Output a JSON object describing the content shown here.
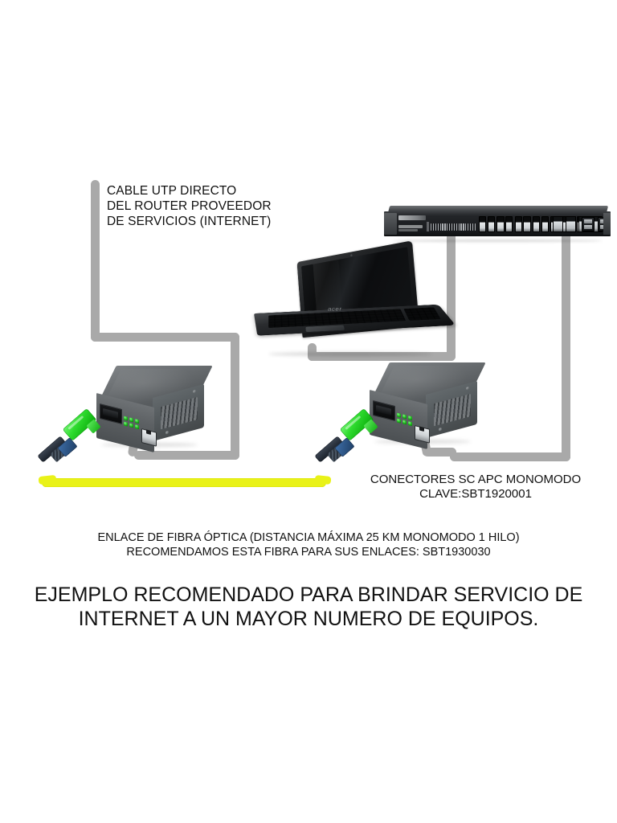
{
  "document": {
    "type": "network-topology-diagram",
    "language": "es",
    "background_color": "#ffffff"
  },
  "labels": {
    "utp_cable": {
      "name": "cable-utp-label",
      "lines": [
        "CABLE UTP DIRECTO",
        "DEL ROUTER PROVEEDOR",
        "DE SERVICIOS (INTERNET)"
      ],
      "text": "CABLE UTP DIRECTO\nDEL ROUTER PROVEEDOR\nDE SERVICIOS (INTERNET)"
    },
    "connectors": {
      "name": "conectores-label",
      "lines": [
        "CONECTORES SC APC MONOMODO",
        "CLAVE:SBT1920001"
      ],
      "text": "CONECTORES SC APC MONOMODO\nCLAVE:SBT1920001",
      "part_number": "SBT1920001"
    },
    "fiber_link": {
      "name": "enlace-fibra-label",
      "lines": [
        "ENLACE DE FIBRA ÓPTICA (DISTANCIA MÁXIMA 25 KM MONOMODO 1 HILO)",
        "RECOMENDAMOS ESTA FIBRA PARA SUS ENLACES: SBT1930030"
      ],
      "text": "ENLACE DE FIBRA ÓPTICA (DISTANCIA MÁXIMA 25 KM MONOMODO 1 HILO)\nRECOMENDAMOS ESTA FIBRA PARA SUS ENLACES: SBT1930030",
      "max_distance": "25 KM",
      "mode": "MONOMODO 1 HILO",
      "part_number": "SBT1930030"
    },
    "headline": {
      "name": "titulo-principal",
      "lines": [
        "EJEMPLO RECOMENDADO PARA BRINDAR SERVICIO DE",
        "INTERNET A UN MAYOR NUMERO DE EQUIPOS."
      ],
      "text": "EJEMPLO RECOMENDADO PARA BRINDAR SERVICIO DE\nINTERNET A UN MAYOR NUMERO DE EQUIPOS."
    }
  },
  "devices": {
    "switch": {
      "name": "switch-rackmount",
      "description": "Switch administrable de 24 puertos RJ45 con enlaces ascendentes y ranuras SFP",
      "rj45_port_count": 24,
      "uplink_port_count": 4,
      "sfp_slot_count": 2,
      "chassis_color": "#1a1c1f"
    },
    "laptop": {
      "name": "laptop",
      "brand_text": "acer",
      "screen_state": "apagada",
      "chassis_color": "#16181a"
    },
    "media_converter_left": {
      "name": "convertidor-de-medios-izquierdo",
      "description": "Convertidor de medios fibra a ethernet",
      "chassis_color": "#5d6164",
      "led_count": 6,
      "led_color": "#14a914",
      "ports": [
        "SC",
        "RJ45"
      ]
    },
    "media_converter_right": {
      "name": "convertidor-de-medios-derecho",
      "description": "Convertidor de medios fibra a ethernet",
      "chassis_color": "#5d6164",
      "led_count": 6,
      "led_color": "#14a914",
      "ports": [
        "SC",
        "RJ45"
      ]
    },
    "connector_left": {
      "name": "conector-sc-apc-izquierdo",
      "type": "SC APC",
      "body_color": "#22c822",
      "boot_color": "#23303f"
    },
    "connector_right": {
      "name": "conector-sc-apc-derecho",
      "type": "SC APC",
      "body_color": "#22c822",
      "boot_color": "#23303f"
    }
  },
  "links": {
    "utp_color": "#a9a9a9",
    "fiber_color": "#e9f218",
    "utp_segments": [
      {
        "name": "cable-utp-proveedor",
        "from": "router-proveedor",
        "to": "convertidor-izquierdo"
      },
      {
        "name": "cable-utp-laptop-switch",
        "from": "laptop",
        "to": "switch"
      },
      {
        "name": "cable-utp-switch-convertidor-derecho",
        "from": "switch",
        "to": "convertidor-derecho"
      },
      {
        "name": "cable-utp-convertidor-izquierdo-laptop",
        "from": "convertidor-izquierdo",
        "to": "laptop"
      }
    ],
    "fiber_segment": {
      "name": "enlace-fibra-optica",
      "from": "conector-sc-apc-izquierdo",
      "to": "conector-sc-apc-derecho"
    }
  }
}
